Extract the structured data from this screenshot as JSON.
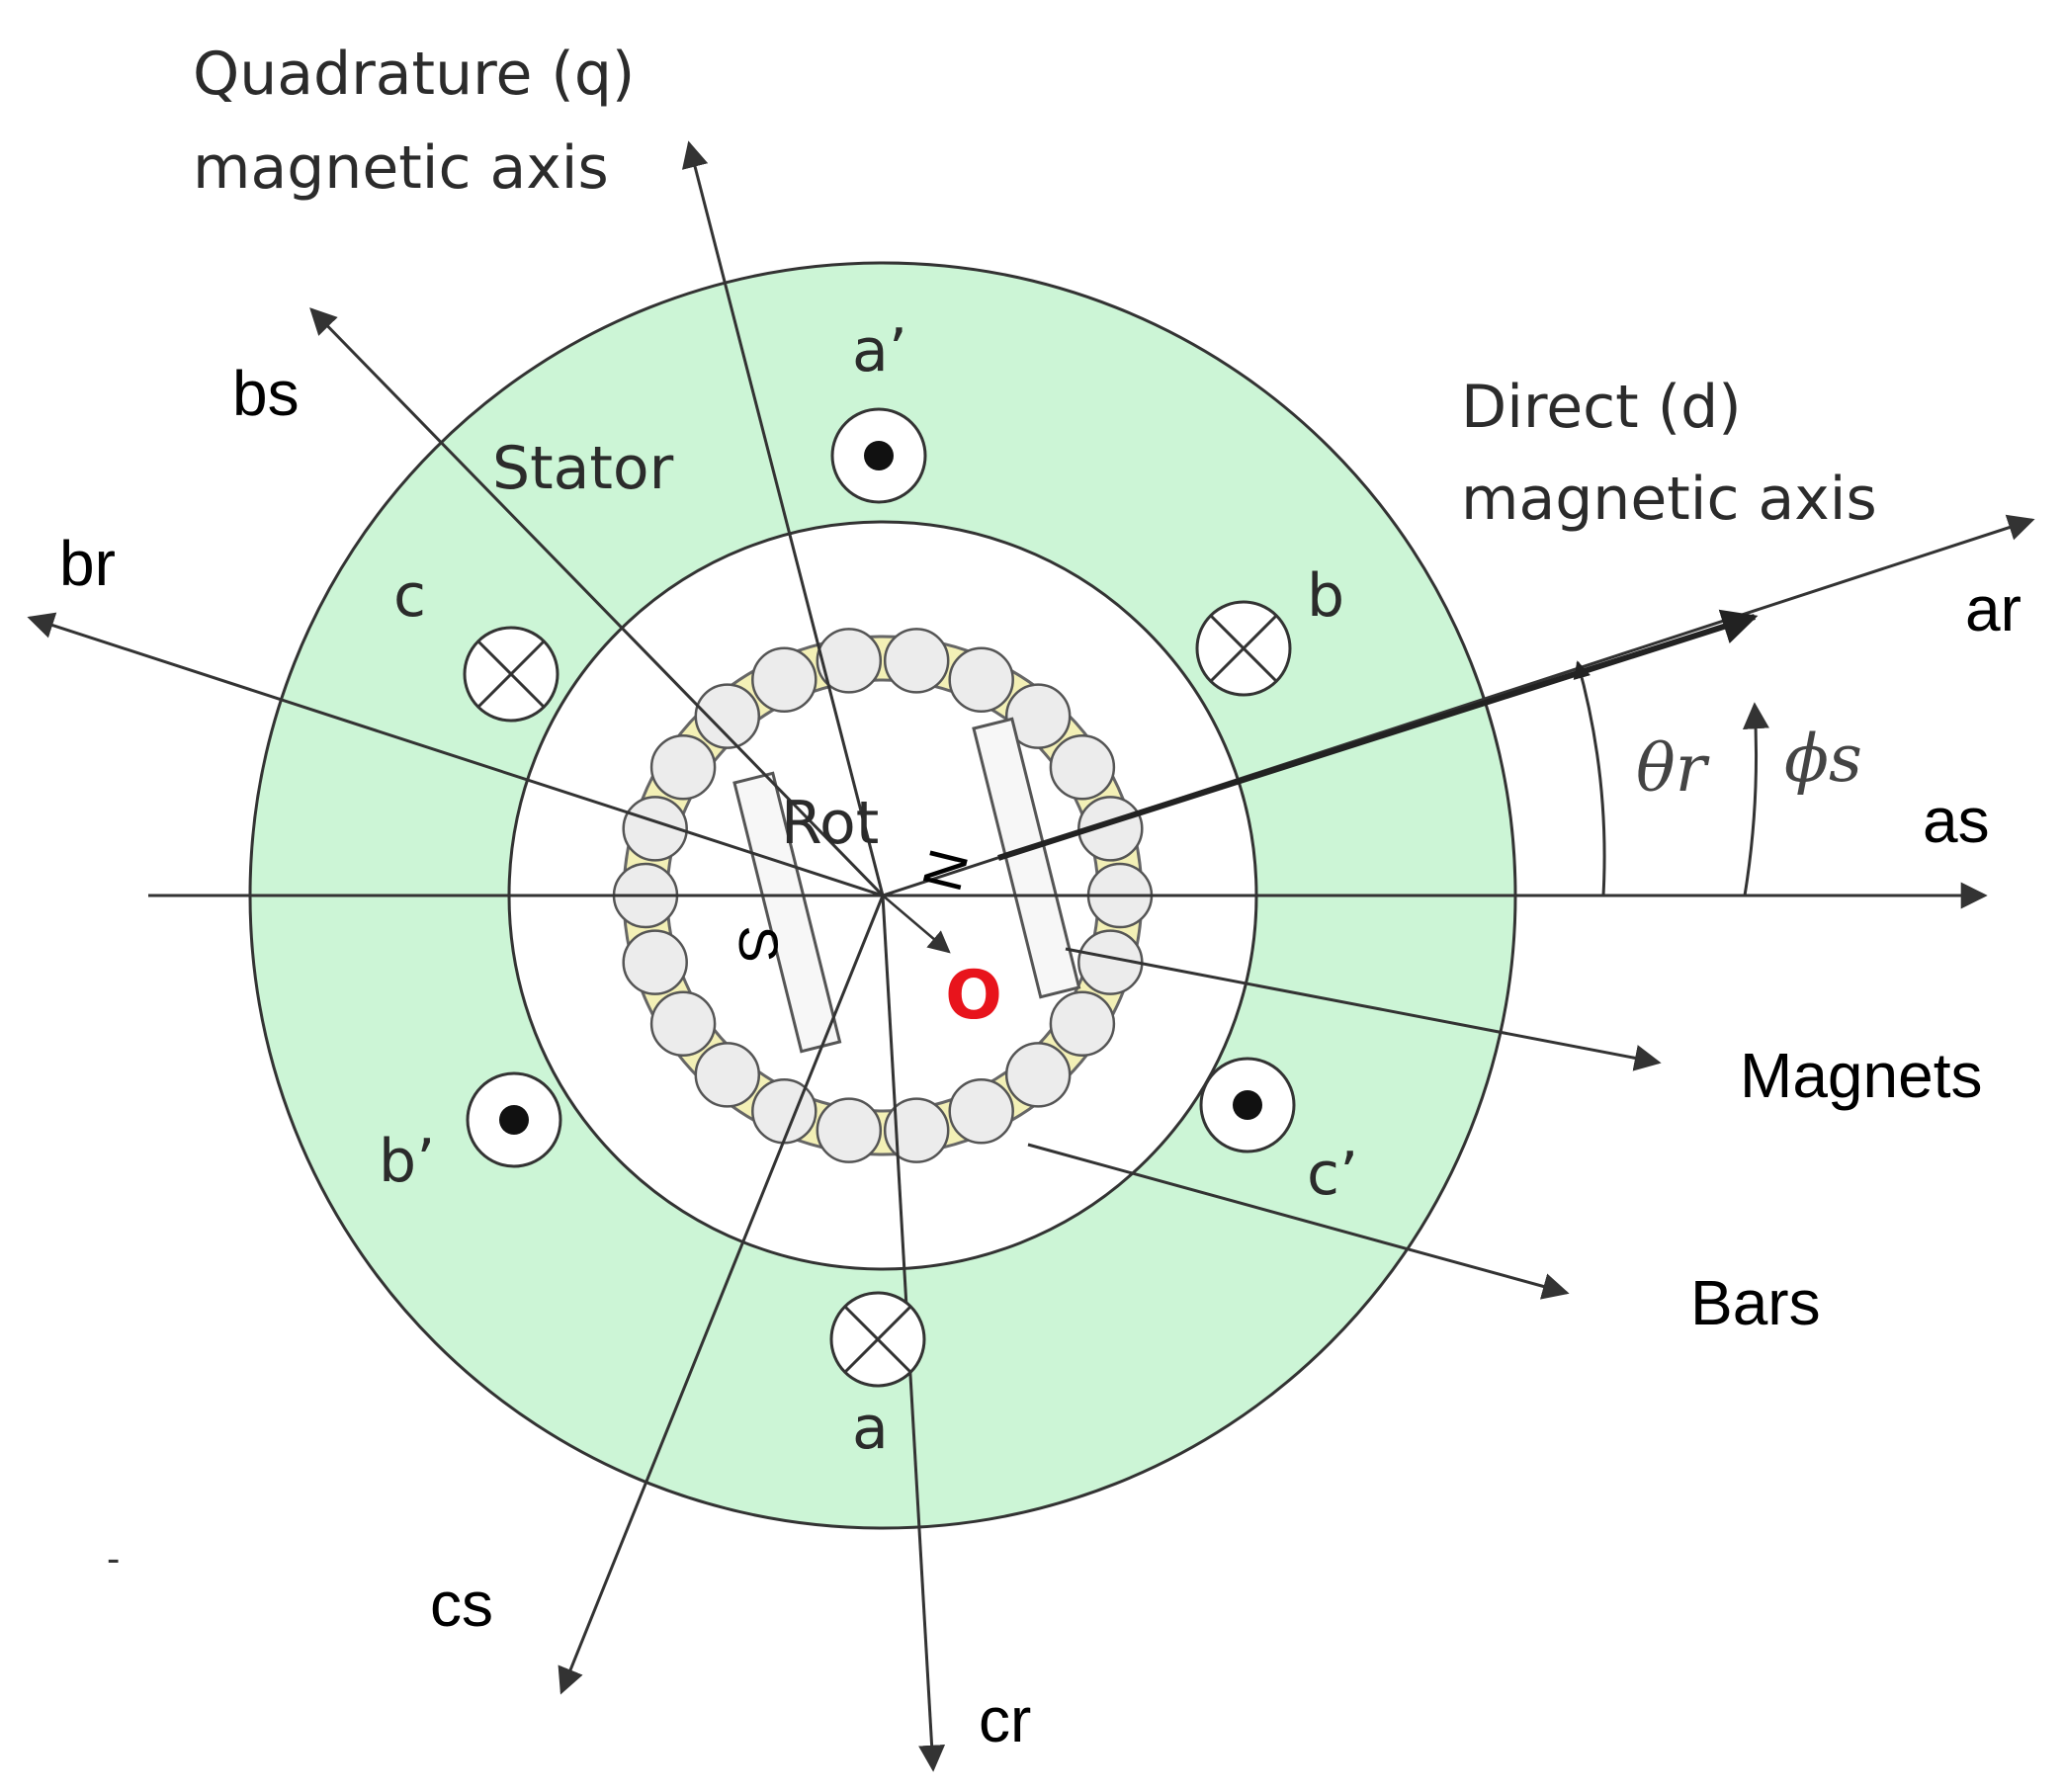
{
  "labels": {
    "q_axis_line1": "Quadrature (q)",
    "q_axis_line2": "magnetic axis",
    "d_axis_line1": "Direct (d)",
    "d_axis_line2": "magnetic axis",
    "stator": "Stator",
    "rotor": "Rot",
    "bs": "bs",
    "br": "br",
    "ar": "ar",
    "as": "as",
    "cs": "cs",
    "cr": "cr",
    "a_prime": "a’",
    "a": "a",
    "b": "b",
    "b_prime": "b’",
    "c": "c",
    "c_prime": "c’",
    "magnets": "Magnets",
    "bars": "Bars",
    "north": "N",
    "south": "S",
    "center_marker": "O",
    "theta_r": "θr",
    "phi_s": "ϕs",
    "stray_mark": "-"
  },
  "colors": {
    "stator_fill": "#ccf5d6",
    "rotor_fill": "#ffffff",
    "bar_fill": "#ececec",
    "magnet_gap_fill": "#f3f0b6",
    "center_marker": "#e8141c"
  },
  "icons": {
    "dot_conductor": "current-out-of-page-icon",
    "cross_conductor": "current-into-page-icon"
  }
}
